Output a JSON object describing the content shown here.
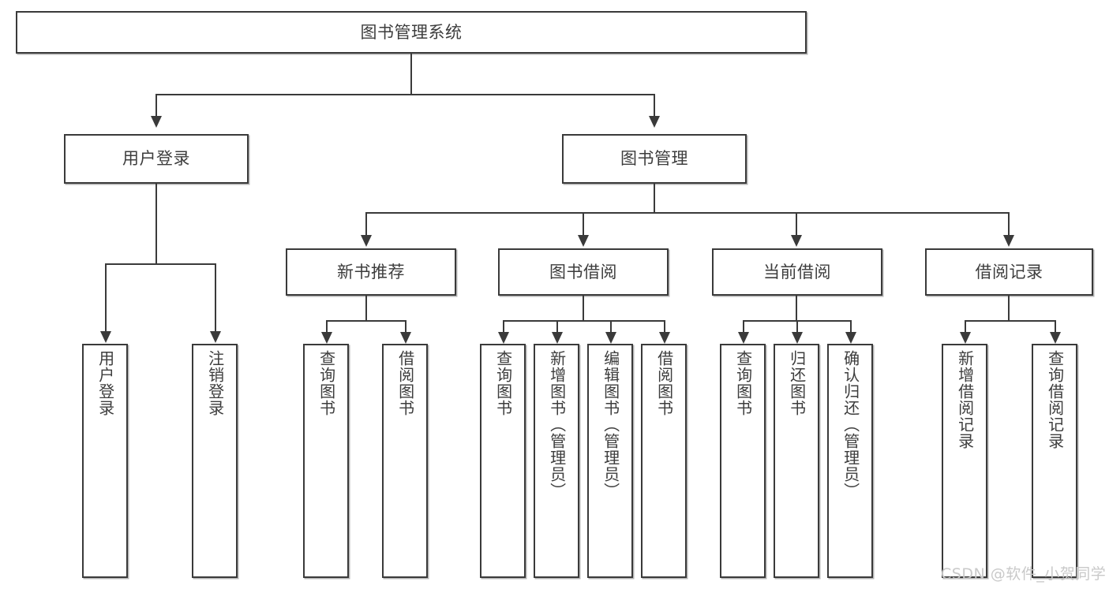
{
  "diagram": {
    "type": "tree-hierarchy-chart",
    "title_node": {
      "label": "图书管理系统"
    },
    "level2": [
      {
        "id": "user-login",
        "label": "用户登录"
      },
      {
        "id": "book-management",
        "label": "图书管理"
      }
    ],
    "level3": [
      {
        "id": "new-book-recommend",
        "label": "新书推荐"
      },
      {
        "id": "book-borrow",
        "label": "图书借阅"
      },
      {
        "id": "current-borrow",
        "label": "当前借阅"
      },
      {
        "id": "borrow-record",
        "label": "借阅记录"
      }
    ],
    "leaves": {
      "user_login": [
        {
          "id": "leaf-user-login",
          "label": "用户登录"
        },
        {
          "id": "leaf-logout",
          "label": "注销登录"
        }
      ],
      "new_book_recommend": [
        {
          "id": "leaf-query-book-1",
          "label": "查询图书"
        },
        {
          "id": "leaf-borrow-book-1",
          "label": "借阅图书"
        }
      ],
      "book_borrow": [
        {
          "id": "leaf-query-book-2",
          "label": "查询图书"
        },
        {
          "id": "leaf-add-book",
          "label": "新增图书（管理员）"
        },
        {
          "id": "leaf-edit-book",
          "label": "编辑图书（管理员）"
        },
        {
          "id": "leaf-borrow-book-2",
          "label": "借阅图书"
        }
      ],
      "current_borrow": [
        {
          "id": "leaf-query-book-3",
          "label": "查询图书"
        },
        {
          "id": "leaf-return-book",
          "label": "归还图书"
        },
        {
          "id": "leaf-confirm-return",
          "label": "确认归还（管理员）"
        }
      ],
      "borrow_record": [
        {
          "id": "leaf-add-record",
          "label": "新增借阅记录"
        },
        {
          "id": "leaf-query-record",
          "label": "查询借阅记录"
        }
      ]
    },
    "watermark": {
      "text": "CSDN @软件_小贺同学"
    },
    "colors": {
      "stroke": "#3a3a3a",
      "text": "#3d3d3d",
      "background": "#ffffff",
      "watermark": "#c9c9c9"
    }
  }
}
